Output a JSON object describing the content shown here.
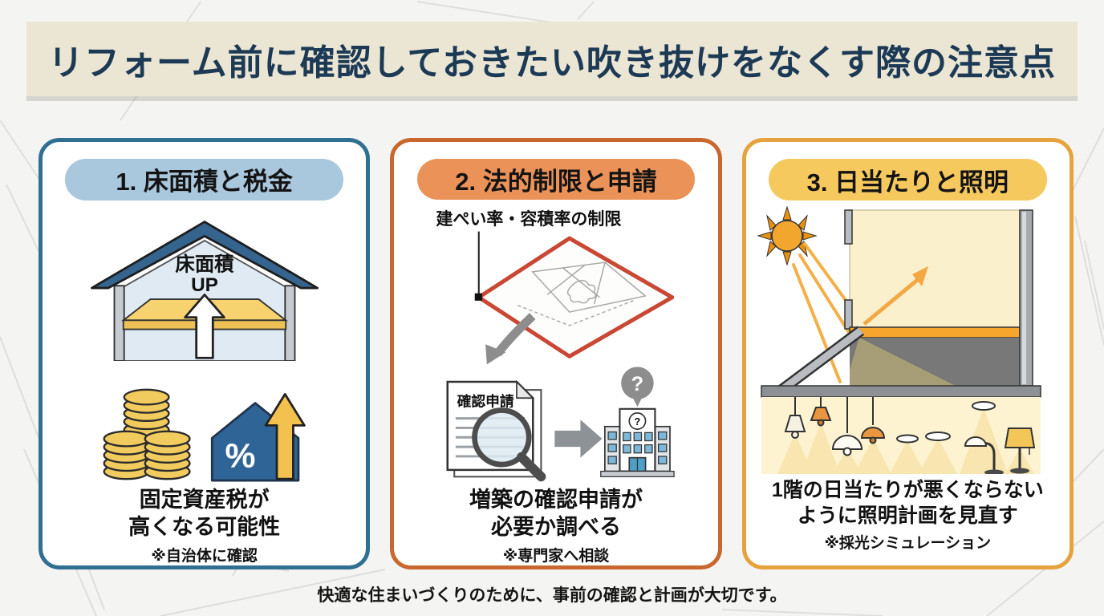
{
  "page": {
    "title": "リフォーム前に確認しておきたい吹き抜けをなくす際の注意点",
    "footer": "快適な住まいづくりのために、事前の確認と計画が大切です。"
  },
  "cards": [
    {
      "header": "1. 床面積と税金",
      "house_label_line1": "床面積",
      "house_label_line2": "UP",
      "percent_glyph": "%",
      "body_line1": "固定資産税が",
      "body_line2": "高くなる可能性",
      "note": "※自治体に確認"
    },
    {
      "header": "2. 法的制限と申請",
      "plan_label": "建ぺい率・容積率の制限",
      "doc_label": "確認申請",
      "question_glyph": "?",
      "body_line1": "増築の確認申請が",
      "body_line2": "必要か調べる",
      "note": "※専門家へ相談"
    },
    {
      "header": "3. 日当たりと照明",
      "body_line1": "1階の日当たりが悪くならない",
      "body_line2": "ように照明計画を見直す",
      "note": "※採光シミュレーション"
    }
  ],
  "icons": {
    "card1": [
      "house-section-icon",
      "floor-up-arrow-icon",
      "coin-stacks-icon",
      "percent-house-icon",
      "rise-arrow-icon"
    ],
    "card2": [
      "site-plan-diamond-icon",
      "curved-arrow-icon",
      "document-icon",
      "magnifier-icon",
      "right-arrow-icon",
      "question-bubble-icon",
      "government-building-icon"
    ],
    "card3": [
      "sun-icon",
      "sun-rays-icon",
      "house-cross-section-icon",
      "reflect-arrow-icon",
      "pendant-lamp-icons",
      "downlight-icons",
      "arc-lamp-icon",
      "floor-lamp-icon"
    ]
  },
  "colors": {
    "title_bg": "#ebe5d4",
    "title_text": "#1c3a55",
    "card1_border": "#2f7092",
    "card1_pill": "#a9c7dd",
    "card2_border": "#c8682e",
    "card2_pill": "#eb9259",
    "card3_border": "#e5a33d",
    "card3_pill": "#f6c95f",
    "site_outline_red": "#c94733",
    "coin_gold": "#f2cb5f",
    "roof_blue": "#31618e",
    "sun_orange": "#f2a62e",
    "lamp_light": "#f6dd9b"
  }
}
